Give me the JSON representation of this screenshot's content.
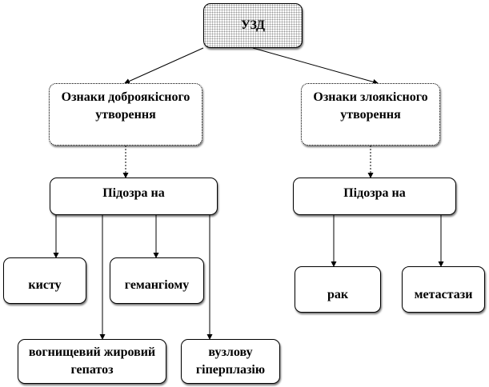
{
  "diagram": {
    "root": "УЗД",
    "benign_signs": "Ознаки доброякісного\nутворення",
    "malignant_signs": "Ознаки злоякісного\nутворення",
    "suspicion_benign": "Підозра на",
    "suspicion_malignant": "Підозра на",
    "cyst": "кисту",
    "hemangioma": "гемангіому",
    "cancer": "рак",
    "metastases": "метастази",
    "steatosis": "вогнищевий жировий\nгепатоз",
    "hyperplasia": "вузлову\nгіперплазію"
  },
  "colors": {
    "line": "#000000",
    "box_border": "#000000",
    "root_fill": "#9a9a9a"
  }
}
